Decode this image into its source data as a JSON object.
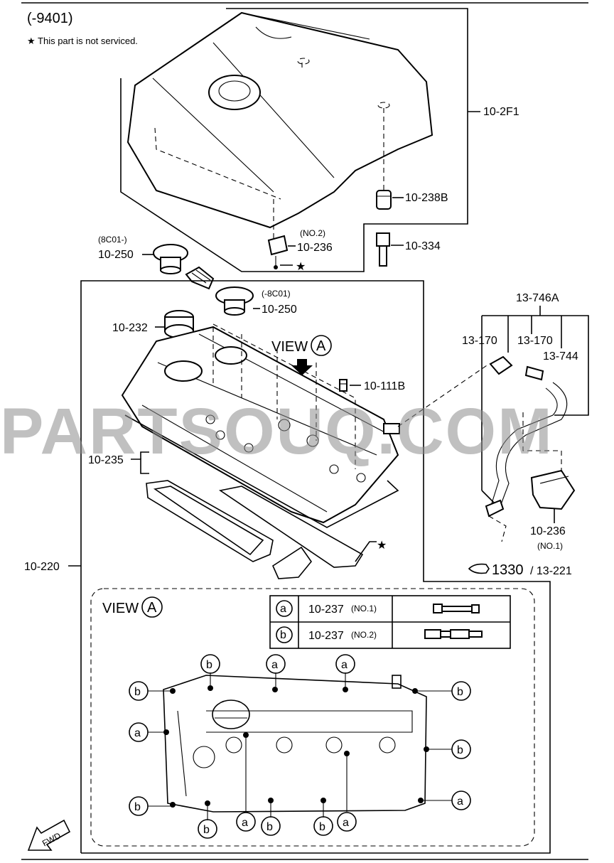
{
  "header": {
    "code": "(-9401)",
    "star_note": "★ This part is not serviced."
  },
  "watermark": "PARTSOUQ.COM",
  "labels": {
    "l_102f1": "10-2F1",
    "l_10238b": "10-238B",
    "l_10334": "10-334",
    "l_no2": "(NO.2)",
    "l_10236_top": "10-236",
    "l_8c01_a": "(8C01-)",
    "l_10250_a": "10-250",
    "l_8c01_b": "(-8C01)",
    "l_10250_b": "10-250",
    "l_10232": "10-232",
    "l_10111b": "10-111B",
    "l_10235": "10-235",
    "l_10220": "10-220",
    "l_13746a": "13-746A",
    "l_13170_a": "13-170",
    "l_13170_b": "13-170",
    "l_13744": "13-744",
    "l_10236_right": "10-236",
    "l_no1": "(NO.1)",
    "l_1330": "1330",
    "l_13221": "/ 13-221",
    "view_word": "VIEW",
    "view_letter": "A",
    "view2_word": "VIEW",
    "view2_letter": "A",
    "fwd": "FWD"
  },
  "bolt_table": {
    "rows": [
      {
        "key": "a",
        "part": "10-237",
        "note": "(NO.1)"
      },
      {
        "key": "b",
        "part": "10-237",
        "note": "(NO.2)"
      }
    ]
  },
  "callouts": {
    "c1": "b",
    "c2": "a",
    "c3": "a",
    "c4": "b",
    "c5": "b",
    "c6": "a",
    "c7": "b",
    "c8": "b",
    "c9": "a",
    "c10": "b",
    "c11": "a",
    "c12": "b",
    "c13": "a",
    "c14": "b"
  },
  "colors": {
    "line": "#000000",
    "watermark": "#8c8c8c",
    "background": "#ffffff"
  }
}
